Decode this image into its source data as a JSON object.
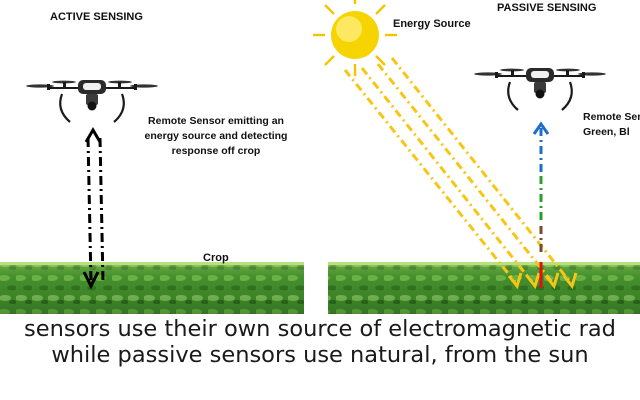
{
  "active_panel": {
    "title": "ACTIVE SENSING",
    "sensor_text_lines": [
      "Remote Sensor emitting an",
      "energy source and detecting",
      "response off crop"
    ],
    "crop_label": "Crop",
    "beam_color": "#000000"
  },
  "passive_panel": {
    "title": "PASSIVE SENSING",
    "energy_source_label": "Energy Source",
    "sensor_text_lines": [
      "Remote Sen",
      "Green, Bl"
    ],
    "sun_color": "#f5d400",
    "ray_color": "#f7c615",
    "reflected_colors": [
      "#e01010",
      "#7a4a2a",
      "#2aa02a",
      "#1f6fc8"
    ]
  },
  "field": {
    "color": "#3f8a2a"
  },
  "caption": {
    "line1": "sensors use their own source of electromagnetic rad",
    "line2": "while passive sensors use natural, from the sun"
  }
}
